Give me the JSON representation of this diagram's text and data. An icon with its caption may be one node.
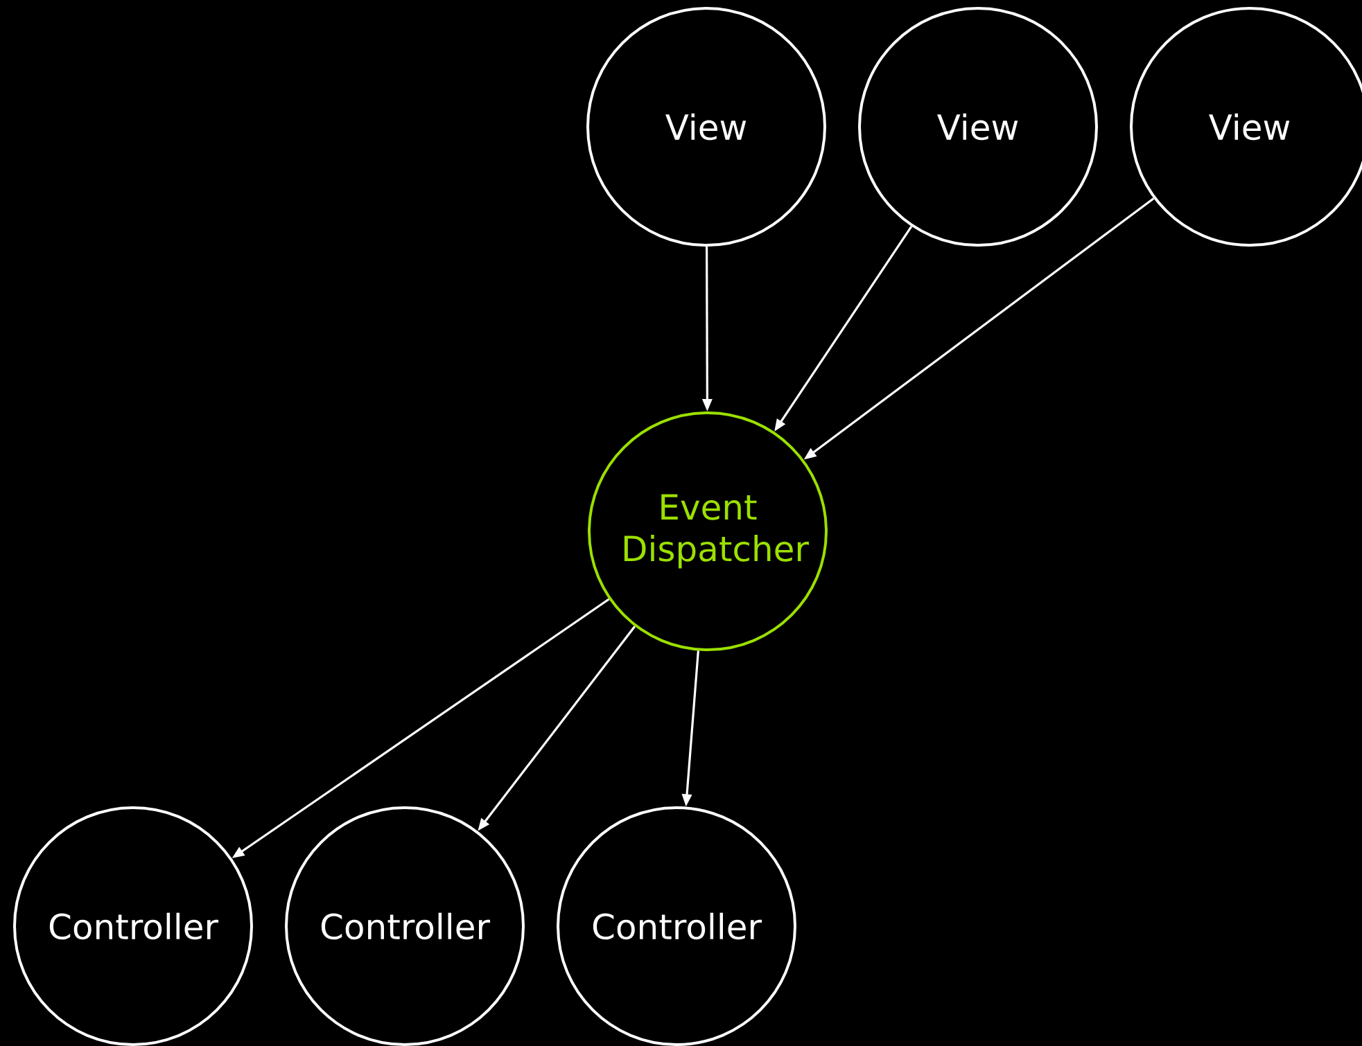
{
  "diagram": {
    "nodes": [
      {
        "text": [
          "View"
        ]
      },
      {
        "text": [
          "View"
        ]
      },
      {
        "text": [
          "View"
        ]
      },
      {
        "text": [
          "Event Dispatcher"
        ]
      },
      {
        "text": [
          "Controller"
        ]
      },
      {
        "text": [
          "Controller"
        ]
      },
      {
        "text": [
          "Controller"
        ]
      }
    ],
    "edges": [
      {
        "from": 0,
        "to": 3,
        "arrow": "to"
      },
      {
        "from": 1,
        "to": 3,
        "arrow": "to"
      },
      {
        "from": 2,
        "to": 3,
        "arrow": "to"
      },
      {
        "from": 3,
        "to": 4,
        "arrow": "to"
      },
      {
        "from": 3,
        "to": 5,
        "arrow": "to"
      },
      {
        "from": 3,
        "to": 6,
        "arrow": "to"
      }
    ]
  }
}
